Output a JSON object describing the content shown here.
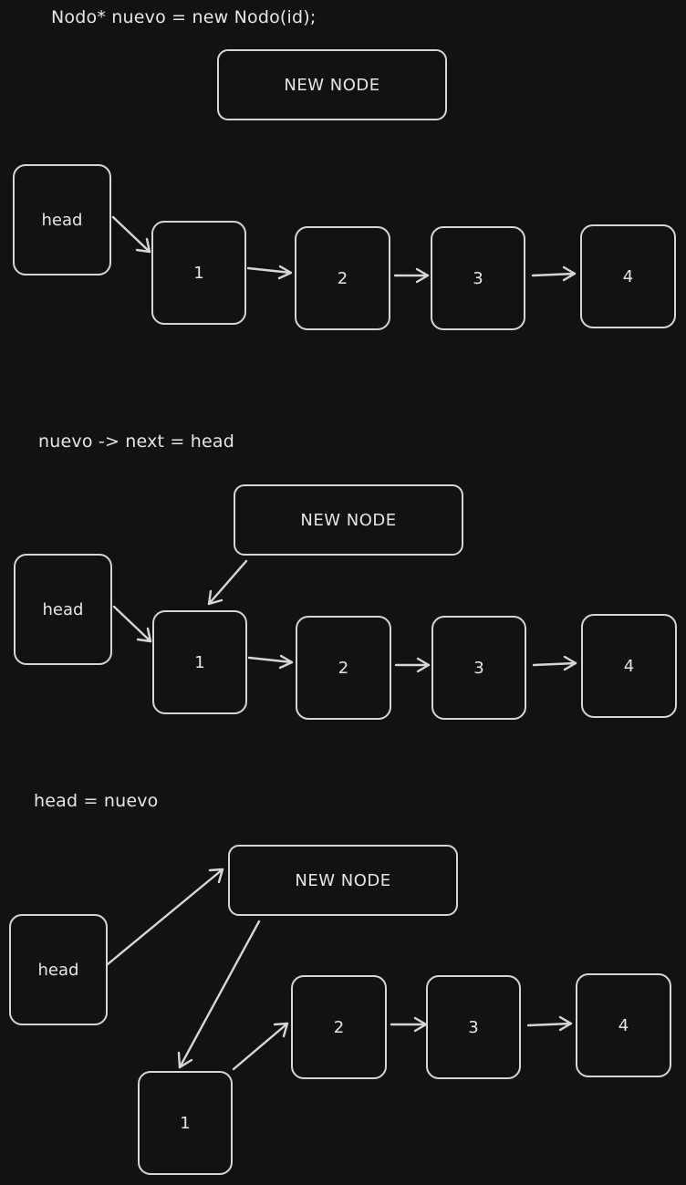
{
  "steps": [
    {
      "code": "Nodo* nuevo = new Nodo(id);",
      "new_node_label": "NEW NODE",
      "head_label": "head",
      "nodes": [
        "1",
        "2",
        "3",
        "4"
      ]
    },
    {
      "code": "nuevo -> next = head",
      "new_node_label": "NEW NODE",
      "head_label": "head",
      "nodes": [
        "1",
        "2",
        "3",
        "4"
      ]
    },
    {
      "code": "head = nuevo",
      "new_node_label": "NEW NODE",
      "head_label": "head",
      "nodes": [
        "1",
        "2",
        "3",
        "4"
      ]
    }
  ],
  "colors": {
    "background": "#121212",
    "stroke": "#d6d6d6",
    "text": "#e6e6e6"
  }
}
